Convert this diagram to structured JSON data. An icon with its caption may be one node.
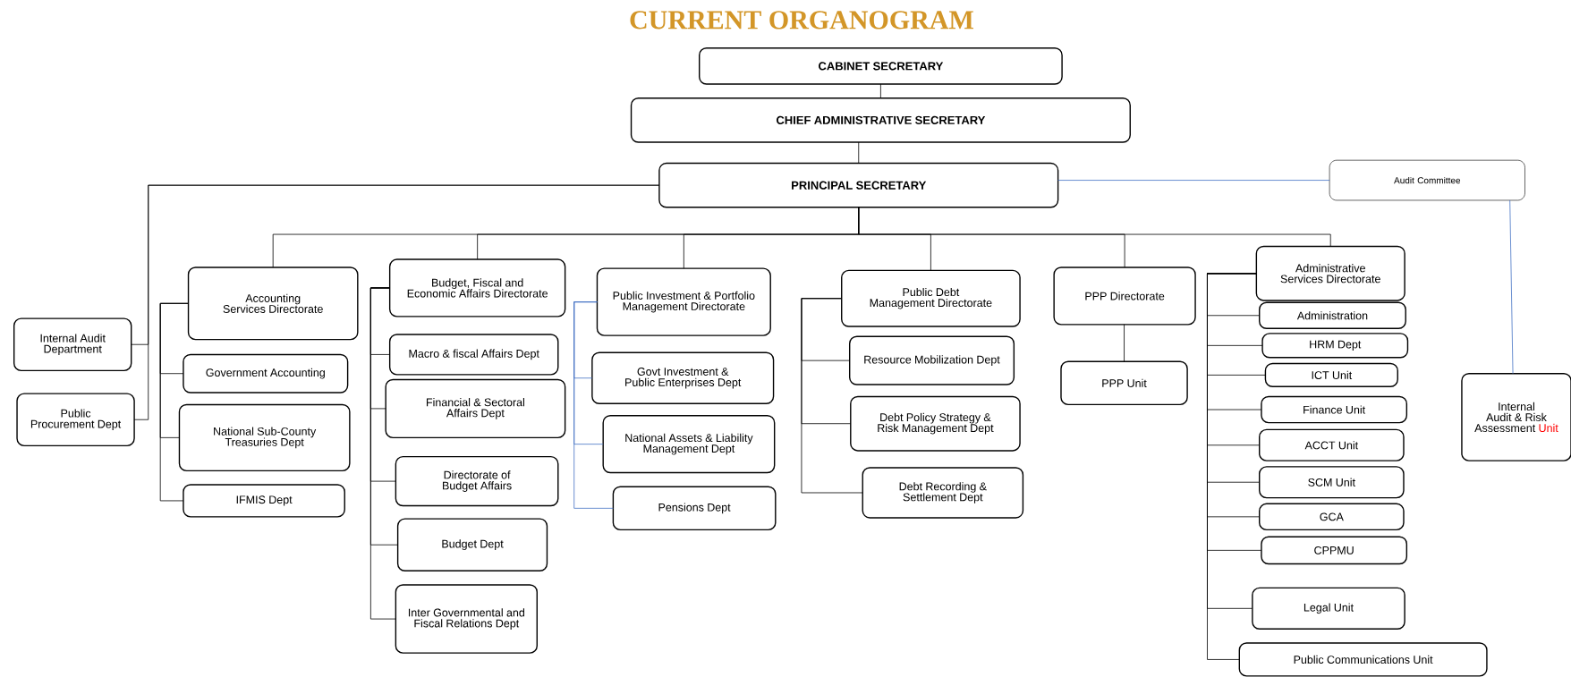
{
  "diagram": {
    "title": "CURRENT ORGANOGRAM",
    "nodes": [
      {
        "text": [
          "CABINET SECRETARY"
        ]
      },
      {
        "text": [
          "CHIEF ADMINISTRATIVE SECRETARY"
        ]
      },
      {
        "text": [
          "PRINCIPAL SECRETARY"
        ]
      },
      {
        "text": [
          "Audit Committee"
        ]
      },
      {
        "text": [
          "Internal Audit Department"
        ]
      },
      {
        "text": [
          "Public Procurement Dept"
        ]
      },
      {
        "text": [
          "Accounting Services Directorate"
        ]
      },
      {
        "text": [
          "Government Accounting"
        ]
      },
      {
        "text": [
          "National Sub-County Treasuries Dept"
        ]
      },
      {
        "text": [
          "IFMIS Dept"
        ]
      },
      {
        "text": [
          "Budget, Fiscal and Economic Affairs Directorate"
        ]
      },
      {
        "text": [
          "Macro & fiscal Affairs Dept"
        ]
      },
      {
        "text": [
          "Financial & Sectoral Affairs Dept"
        ]
      },
      {
        "text": [
          "Directorate of Budget Affairs"
        ]
      },
      {
        "text": [
          "Budget Dept"
        ]
      },
      {
        "text": [
          "Inter Governmental and Fiscal Relations Dept"
        ]
      },
      {
        "text": [
          "Public Investment & Portfolio Management Directorate"
        ]
      },
      {
        "text": [
          "Govt Investment & Public Enterprises Dept"
        ]
      },
      {
        "text": [
          "National Assets & Liability Management Dept"
        ]
      },
      {
        "text": [
          "Pensions Dept"
        ]
      },
      {
        "text": [
          "Public Debt Management Directorate"
        ]
      },
      {
        "text": [
          "Resource Mobilization Dept"
        ]
      },
      {
        "text": [
          "Debt Policy Strategy & Risk Management Dept"
        ]
      },
      {
        "text": [
          "Debt Recording & Settlement Dept"
        ]
      },
      {
        "text": [
          "PPP Directorate"
        ]
      },
      {
        "text": [
          "PPP Unit"
        ]
      },
      {
        "text": [
          "Administrative Services Directorate"
        ]
      },
      {
        "text": [
          "Administration"
        ]
      },
      {
        "text": [
          "HRM Dept"
        ]
      },
      {
        "text": [
          "ICT Unit"
        ]
      },
      {
        "text": [
          "Finance Unit"
        ]
      },
      {
        "text": [
          "ACCT Unit"
        ]
      },
      {
        "text": [
          "SCM Unit"
        ]
      },
      {
        "text": [
          "GCA"
        ]
      },
      {
        "text": [
          "CPPMU"
        ]
      },
      {
        "text": [
          "Legal Unit"
        ]
      },
      {
        "text": [
          "Public Communications Unit"
        ]
      },
      {
        "text": [
          "Internal Audit & Risk Assessment",
          "Unit"
        ]
      }
    ],
    "edges": [
      {
        "from": 0,
        "to": 1,
        "arrow": "none"
      },
      {
        "from": 1,
        "to": 2,
        "arrow": "none"
      },
      {
        "from": 2,
        "to": 3,
        "arrow": "none",
        "color": "#4472c4"
      },
      {
        "from": 3,
        "to": 37,
        "arrow": "none",
        "color": "#4472c4"
      },
      {
        "from": 2,
        "to": 4,
        "arrow": "none"
      },
      {
        "from": 2,
        "to": 5,
        "arrow": "none"
      },
      {
        "from": 2,
        "to": 6,
        "arrow": "none"
      },
      {
        "from": 2,
        "to": 10,
        "arrow": "none"
      },
      {
        "from": 2,
        "to": 16,
        "arrow": "none"
      },
      {
        "from": 2,
        "to": 20,
        "arrow": "none"
      },
      {
        "from": 2,
        "to": 24,
        "arrow": "none"
      },
      {
        "from": 2,
        "to": 26,
        "arrow": "none"
      },
      {
        "from": 6,
        "to": 7,
        "arrow": "none"
      },
      {
        "from": 6,
        "to": 8,
        "arrow": "none"
      },
      {
        "from": 6,
        "to": 9,
        "arrow": "none"
      },
      {
        "from": 10,
        "to": 11,
        "arrow": "none"
      },
      {
        "from": 10,
        "to": 12,
        "arrow": "none"
      },
      {
        "from": 10,
        "to": 13,
        "arrow": "none"
      },
      {
        "from": 10,
        "to": 14,
        "arrow": "none"
      },
      {
        "from": 10,
        "to": 15,
        "arrow": "none"
      },
      {
        "from": 16,
        "to": 17,
        "arrow": "none",
        "color": "#4472c4"
      },
      {
        "from": 16,
        "to": 18,
        "arrow": "none",
        "color": "#4472c4"
      },
      {
        "from": 16,
        "to": 19,
        "arrow": "none",
        "color": "#4472c4"
      },
      {
        "from": 20,
        "to": 21,
        "arrow": "none"
      },
      {
        "from": 20,
        "to": 22,
        "arrow": "none"
      },
      {
        "from": 20,
        "to": 23,
        "arrow": "none"
      },
      {
        "from": 24,
        "to": 25,
        "arrow": "none"
      },
      {
        "from": 26,
        "to": 27,
        "arrow": "none"
      },
      {
        "from": 26,
        "to": 28,
        "arrow": "none"
      },
      {
        "from": 26,
        "to": 29,
        "arrow": "none"
      },
      {
        "from": 26,
        "to": 30,
        "arrow": "none"
      },
      {
        "from": 26,
        "to": 31,
        "arrow": "none"
      },
      {
        "from": 26,
        "to": 32,
        "arrow": "none"
      },
      {
        "from": 26,
        "to": 33,
        "arrow": "none"
      },
      {
        "from": 26,
        "to": 34,
        "arrow": "none"
      },
      {
        "from": 26,
        "to": 35,
        "arrow": "none"
      },
      {
        "from": 26,
        "to": 36,
        "arrow": "none"
      }
    ]
  }
}
